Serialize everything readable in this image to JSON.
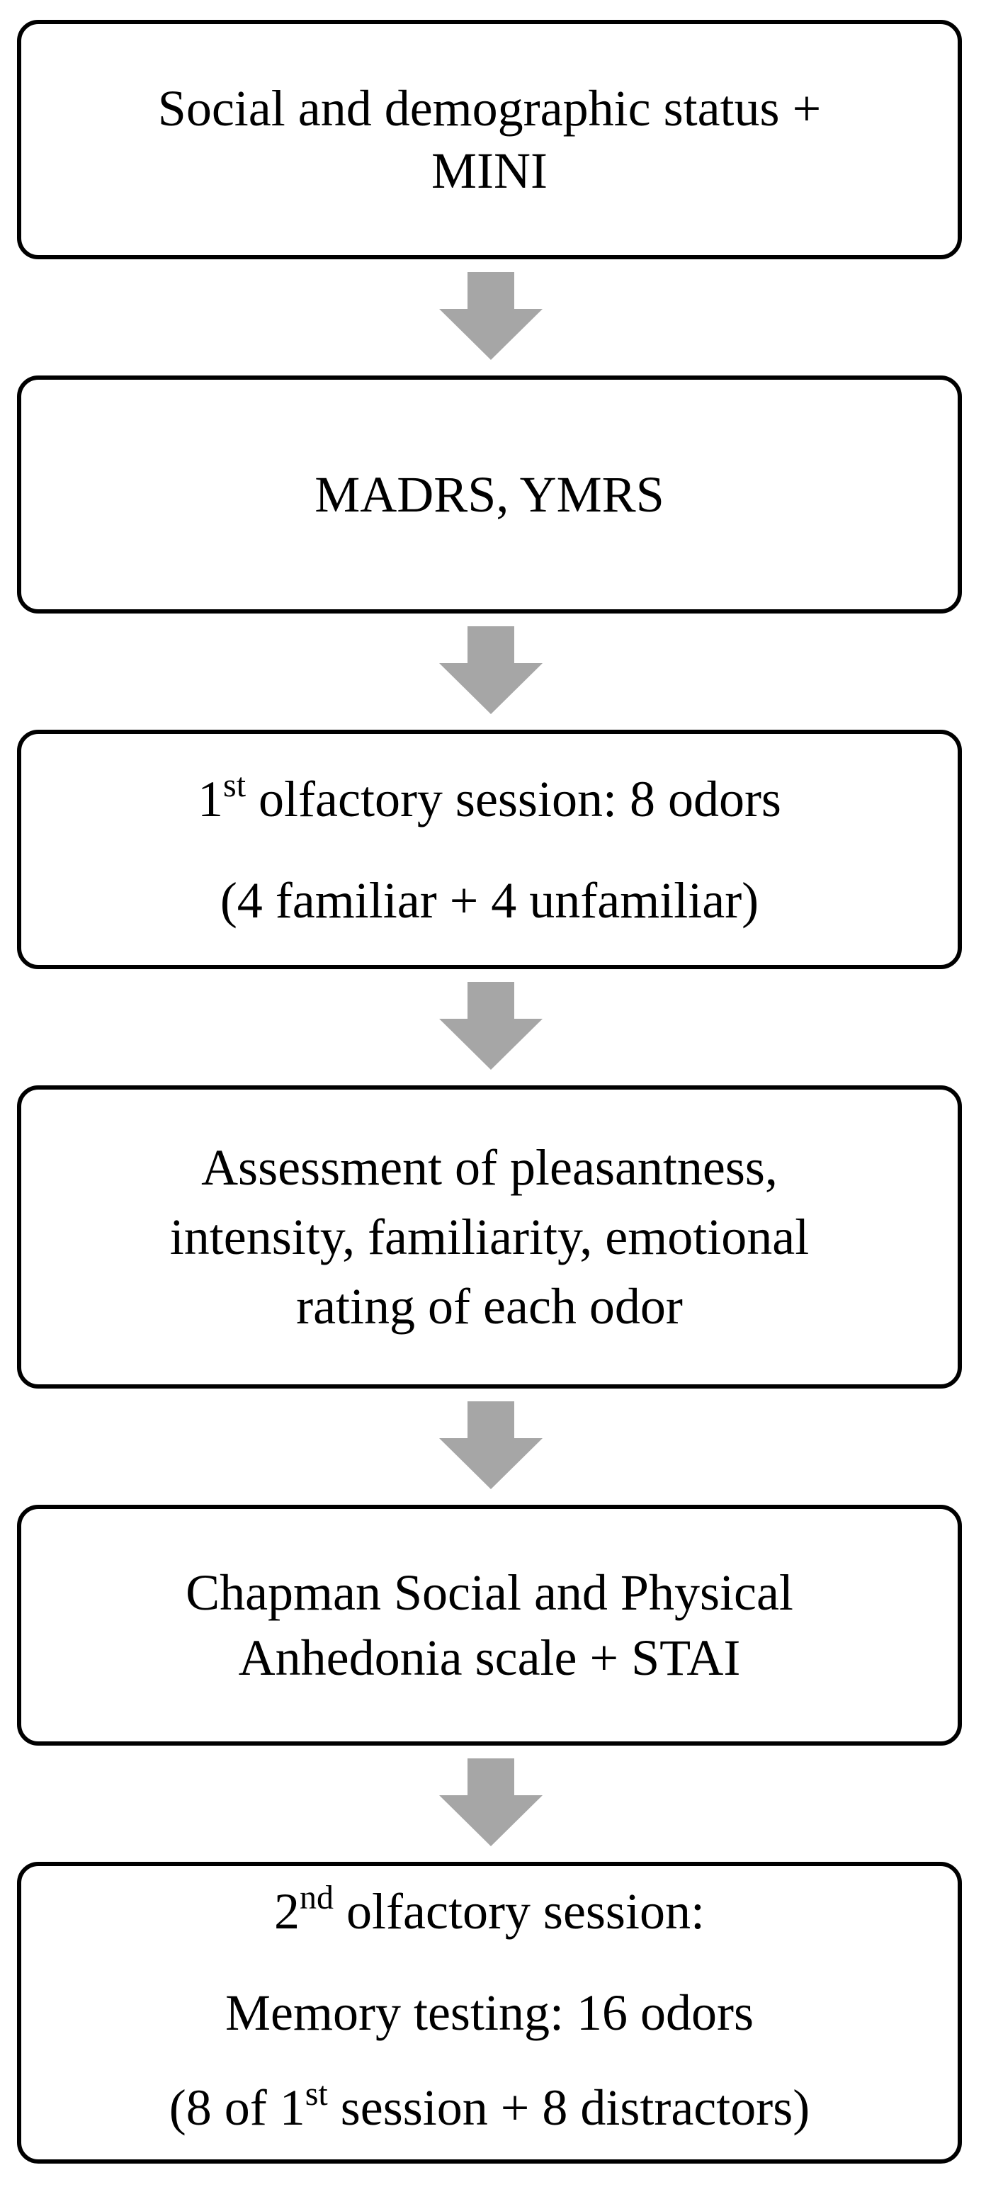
{
  "flowchart": {
    "boxes": [
      {
        "lines": [
          {
            "text": "Social and demographic status +"
          },
          {
            "text": "MINI"
          }
        ]
      },
      {
        "lines": [
          {
            "text": "MADRS, YMRS"
          }
        ]
      },
      {
        "lines": [
          {
            "pre": "1",
            "sup": "st",
            "post": " olfactory session: 8 odors"
          },
          {
            "text": "(4 familiar + 4 unfamiliar)"
          }
        ]
      },
      {
        "lines": [
          {
            "text": "Assessment of pleasantness,"
          },
          {
            "text": "intensity, familiarity, emotional"
          },
          {
            "text": "rating of each odor"
          }
        ]
      },
      {
        "lines": [
          {
            "text": "Chapman Social and Physical"
          },
          {
            "text": "Anhedonia scale + STAI"
          }
        ]
      },
      {
        "lines": [
          {
            "pre": "2",
            "sup": "nd",
            "post": " olfactory session:"
          },
          {
            "text": "Memory testing: 16 odors"
          },
          {
            "pre": "(8 of 1",
            "sup": "st",
            "post": " session + 8 distractors)"
          }
        ]
      }
    ],
    "arrow_color": "#a6a6a6",
    "border_color": "#000000"
  }
}
